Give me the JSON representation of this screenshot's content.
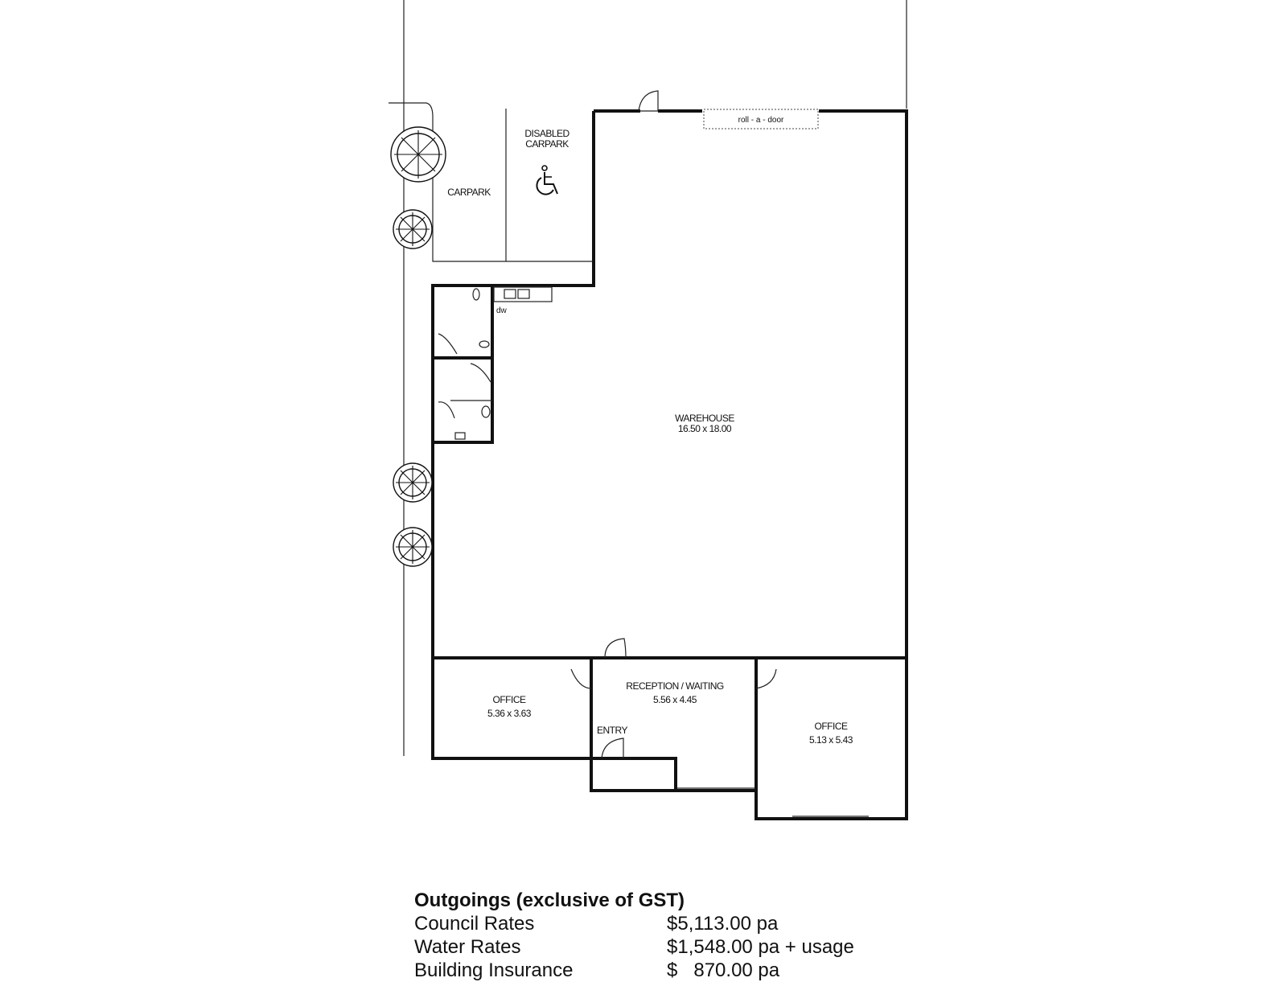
{
  "floorplan": {
    "rooms": {
      "disabled_carpark": [
        "DISABLED",
        "CARPARK"
      ],
      "carpark": "CARPARK",
      "warehouse": {
        "name": "WAREHOUSE",
        "dims": "16.50 x 18.00"
      },
      "reception": {
        "name": "RECEPTION / WAITING",
        "dims": "5.56 x 4.45"
      },
      "office_left": {
        "name": "OFFICE",
        "dims": "5.36 x 3.63"
      },
      "office_right": {
        "name": "OFFICE",
        "dims": "5.13 x 5.43"
      },
      "entry": "ENTRY",
      "roller_door": "roll - a - door",
      "dishwasher": "dw"
    },
    "icons": [
      "wheelchair-icon",
      "tree-icon"
    ]
  },
  "outgoings": {
    "heading": "Outgoings (exclusive of GST)",
    "rows": [
      {
        "name": "Council Rates",
        "value": "$5,113.00 pa"
      },
      {
        "name": "Water Rates",
        "value": "$1,548.00 pa + usage"
      },
      {
        "name": "Building Insurance",
        "value": "$   870.00 pa"
      }
    ]
  }
}
